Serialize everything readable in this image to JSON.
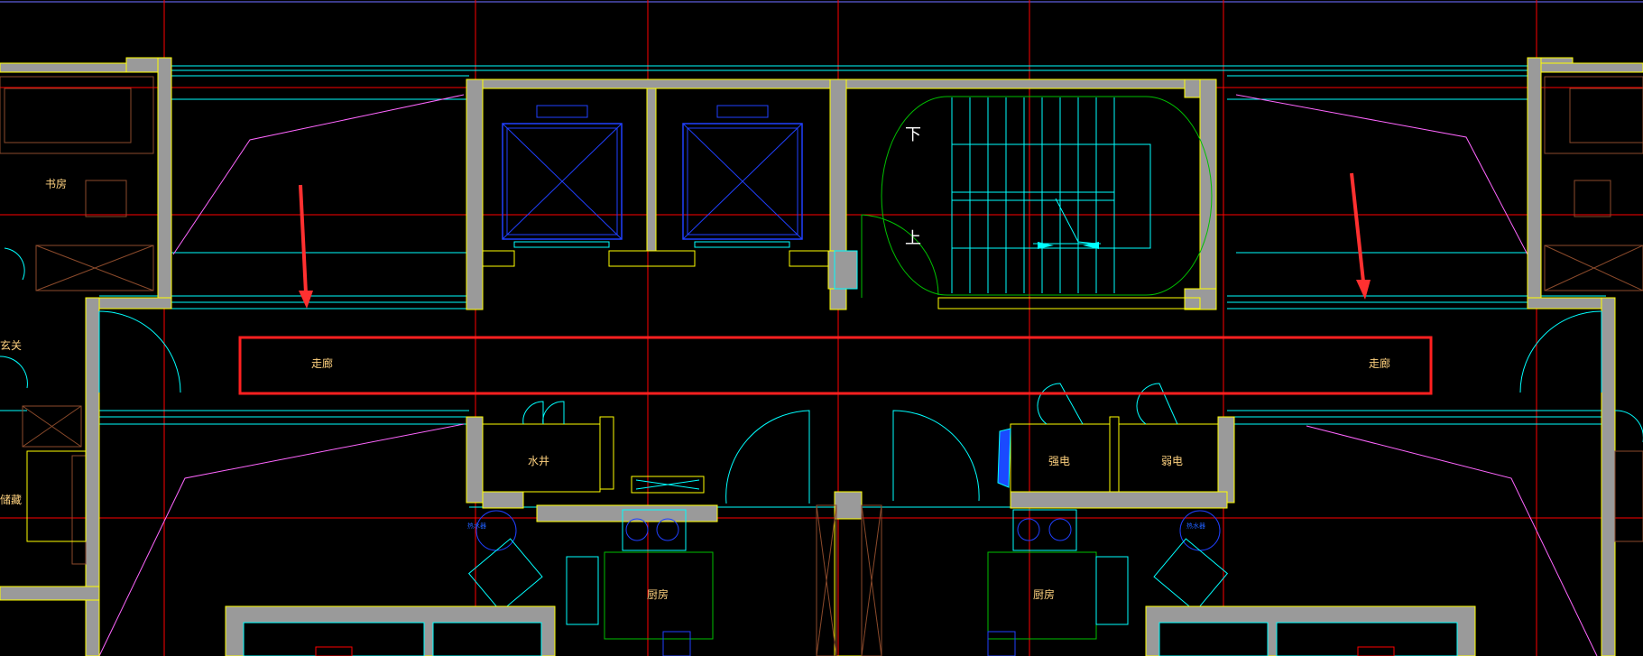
{
  "drawing": {
    "colors": {
      "background": "#000000",
      "wall_outline": "#ffff00",
      "wall_fill": "#9a9a9a",
      "axis_line": "#ff0000",
      "cyan_line": "#00ffff",
      "magenta_line": "#ff66ff",
      "elevator_blue": "#2040ff",
      "stair_green": "#00c000",
      "text": "#ffd27f",
      "highlight_box": "#ff2020",
      "arrow": "#ff3030",
      "window_brown": "#8b4a2b"
    },
    "rooms": {
      "study_left": "书房",
      "foyer_left": "玄关",
      "storage_left": "储藏",
      "corridor_left": "走廊",
      "corridor_right": "走廊",
      "water_well": "水井",
      "strong_power": "强电",
      "weak_power": "弱电",
      "kitchen_left": "厨房",
      "kitchen_right": "厨房"
    },
    "stairs": {
      "down": "下",
      "up": "上"
    },
    "equipment_tiny_labels": {
      "left": "热水器",
      "right": "热水器"
    }
  }
}
